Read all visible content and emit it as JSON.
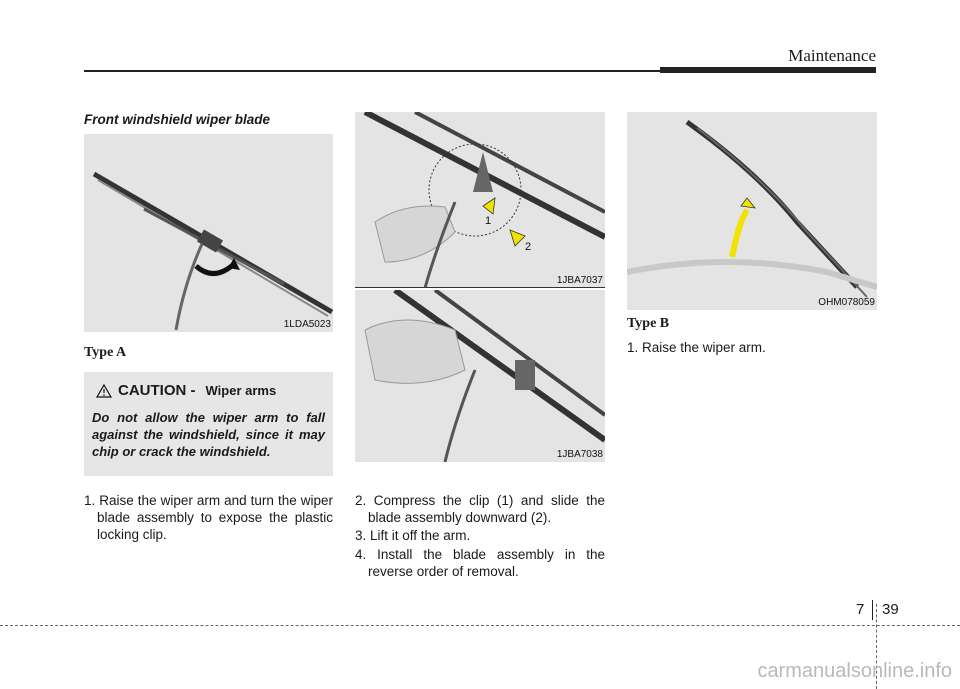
{
  "header": {
    "title": "Maintenance"
  },
  "section": {
    "title": "Front windshield wiper blade"
  },
  "figures": {
    "a": {
      "code": "1LDA5023"
    },
    "b1": {
      "code": "1JBA7037",
      "callout1": "1",
      "callout2": "2"
    },
    "b2": {
      "code": "1JBA7038"
    },
    "c": {
      "code": "OHM078059"
    }
  },
  "type_a": {
    "label": "Type A"
  },
  "caution": {
    "title": "CAUTION -",
    "subtitle": "Wiper arms",
    "text": "Do not allow the wiper arm to fall against the windshield, since it may chip or crack the windshield."
  },
  "steps_a": [
    {
      "text": "1. Raise the wiper arm and turn the wiper blade assembly to expose the plastic locking clip."
    },
    {
      "text": "2. Compress the clip (1) and slide the blade assembly downward (2)."
    },
    {
      "text": "3. Lift it off the arm."
    },
    {
      "text": "4. Install the blade assembly in the reverse order of removal."
    }
  ],
  "type_b": {
    "label": "Type B",
    "steps": [
      {
        "text": "1. Raise the wiper arm."
      }
    ]
  },
  "footer": {
    "chapter": "7",
    "page": "39"
  },
  "watermark": {
    "text": "carmanualsonline.info"
  }
}
